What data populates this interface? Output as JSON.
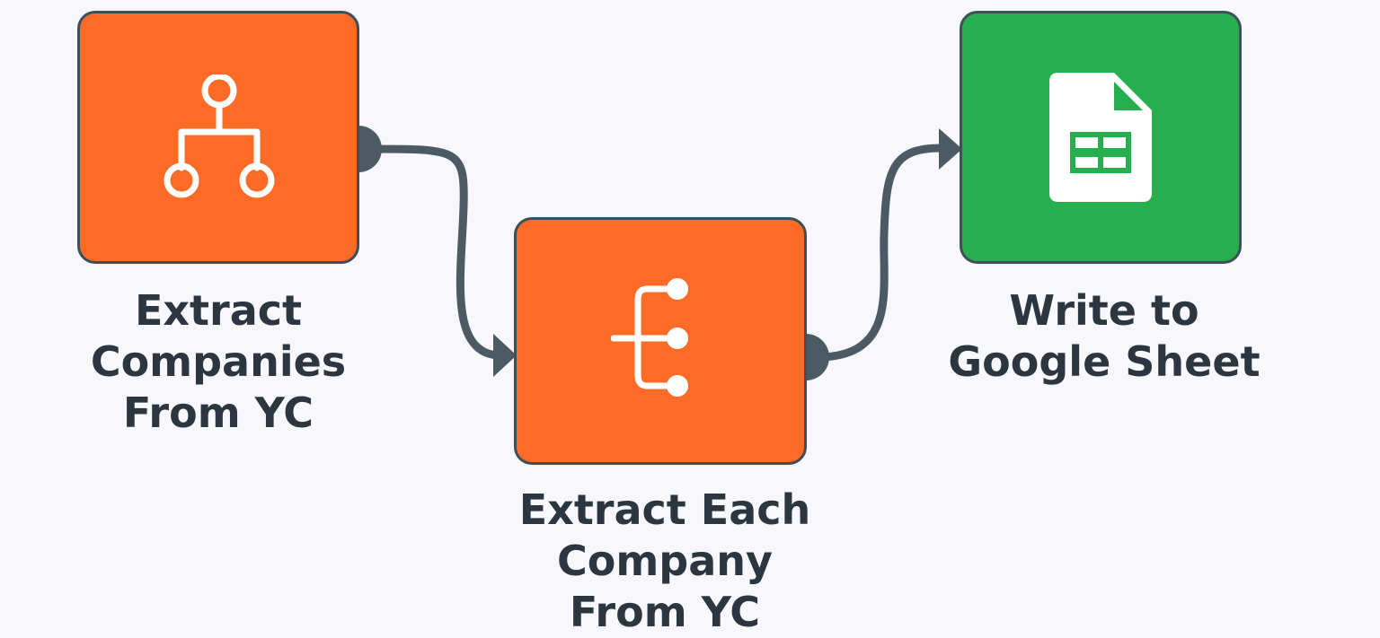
{
  "workflow": {
    "nodes": [
      {
        "id": "extract-companies",
        "label_lines": [
          "Extract",
          "Companies",
          "From YC"
        ],
        "icon": "hierarchy-tree-icon",
        "color": "#fe6b26"
      },
      {
        "id": "extract-each-company",
        "label_lines": [
          "Extract Each",
          "Company",
          "From YC"
        ],
        "icon": "split-branches-icon",
        "color": "#fe6b26"
      },
      {
        "id": "write-google-sheet",
        "label_lines": [
          "Write to",
          "Google Sheet"
        ],
        "icon": "google-sheets-icon",
        "color": "#27ae4f"
      }
    ],
    "connections": [
      {
        "from": "extract-companies",
        "to": "extract-each-company"
      },
      {
        "from": "extract-each-company",
        "to": "write-google-sheet"
      }
    ],
    "connector_color": "#4b5a63",
    "border_color": "#3f4f59"
  }
}
